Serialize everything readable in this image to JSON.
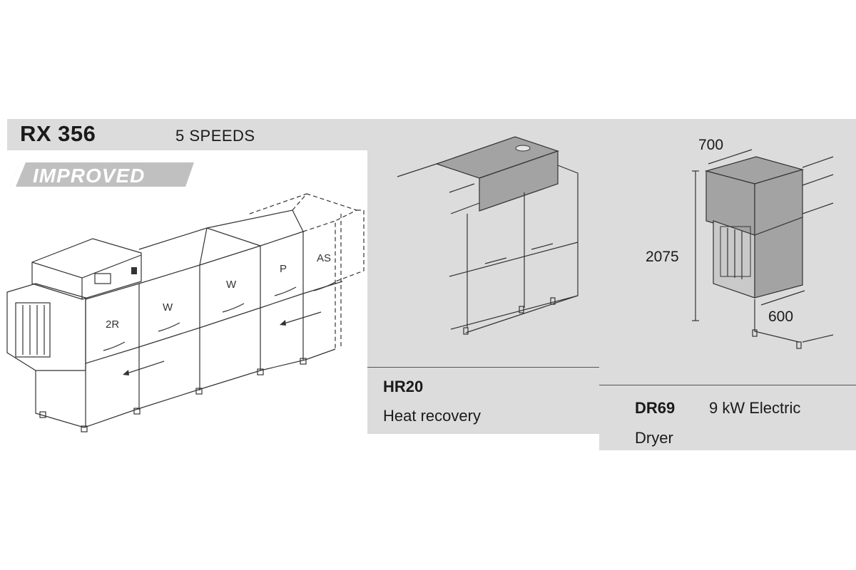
{
  "product": {
    "model": "RX 356",
    "speeds": "5 SPEEDS",
    "badge": "IMPROVED"
  },
  "machine_zones": [
    "2R",
    "W",
    "W",
    "P",
    "AS"
  ],
  "accessories": [
    {
      "code": "HR20",
      "description": "Heat recovery"
    },
    {
      "code": "DR69",
      "power": "9 kW Electric",
      "description": "Dryer"
    }
  ],
  "dimensions": {
    "width": "700",
    "height": "2075",
    "depth": "600"
  },
  "colors": {
    "panel_gray": "#dcdcdc",
    "module_gray": "#a3a3a3",
    "badge_gray": "#c0c0c0",
    "text": "#1a1a1a"
  }
}
